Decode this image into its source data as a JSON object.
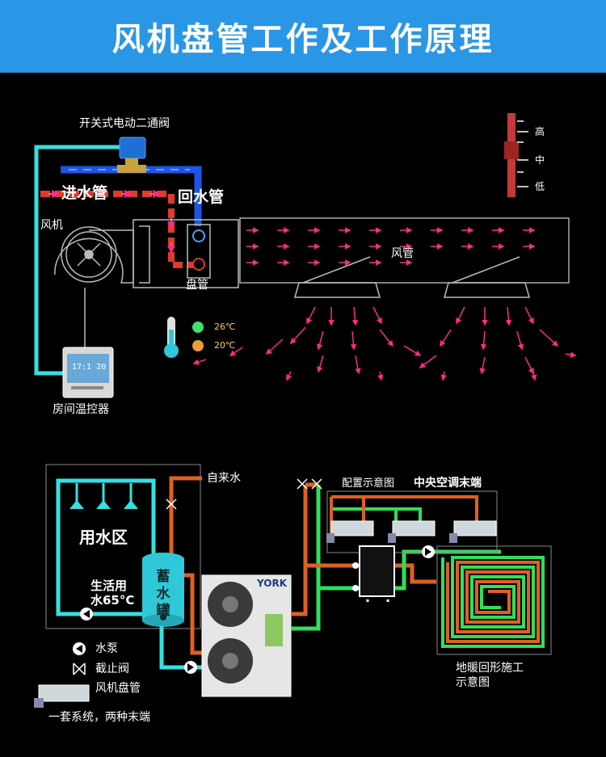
{
  "title": "风机盘管工作及工作原理",
  "top": {
    "valve_label": "开关式电动二通阀",
    "supply_label": "进水管",
    "return_label": "回水管",
    "fan_label": "风机",
    "coil_label": "盘管",
    "duct_label": "风管",
    "thermostat_label": "房间温控器",
    "temp_high": "26℃",
    "temp_low": "20℃",
    "speed_high": "高",
    "speed_mid": "中",
    "speed_low": "低"
  },
  "bottom": {
    "tap_water": "自来水",
    "water_zone": "用水区",
    "hot_water_line1": "生活用",
    "hot_water_line2": "水65°C",
    "tank_label": "蓄水罐",
    "config_label": "配置示意图",
    "ac_terminal": "中央空调末端",
    "floor_heating_line1": "地暖回形施工",
    "floor_heating_line2": "示意图",
    "brand": "YORK"
  },
  "legend": {
    "pump": "水泵",
    "valve": "截止阀",
    "fcu": "风机盘管",
    "system": "一套系统，两种末端"
  },
  "colors": {
    "banner": "#2a96e6",
    "cyan_pipe": "#35e0e0",
    "blue_pipe": "#1f55e6",
    "red_pipe": "#e03a2a",
    "orange_pipe": "#e06020",
    "green_pipe": "#2ee05a",
    "airflow_pink": "#ff2a8a"
  }
}
